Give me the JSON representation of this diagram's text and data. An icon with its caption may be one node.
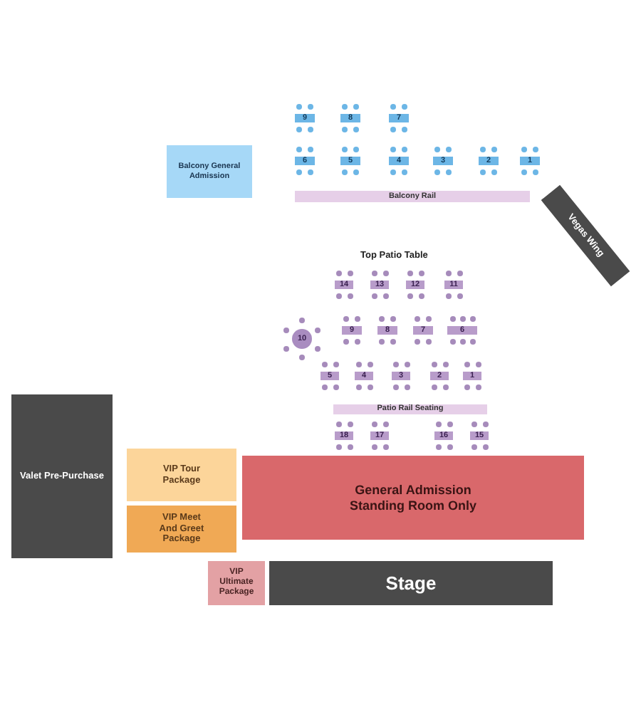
{
  "diagram": {
    "nodes": [
      {
        "text": [
          "9"
        ]
      },
      {
        "text": [
          "8"
        ]
      },
      {
        "text": [
          "7"
        ]
      },
      {
        "text": [
          "Balcony General Admission"
        ]
      },
      {
        "text": [
          "6"
        ]
      },
      {
        "text": [
          "5"
        ]
      },
      {
        "text": [
          "4"
        ]
      },
      {
        "text": [
          "3"
        ]
      },
      {
        "text": [
          "2"
        ]
      },
      {
        "text": [
          "1"
        ]
      },
      {
        "text": [
          "Balcony Rail"
        ]
      },
      {
        "text": [
          "Vegas Wing"
        ]
      },
      {
        "text": [
          "14"
        ]
      },
      {
        "text": [
          "13"
        ]
      },
      {
        "text": [
          "12"
        ]
      },
      {
        "text": [
          "11"
        ]
      },
      {
        "text": [
          "10"
        ]
      },
      {
        "text": [
          "9"
        ]
      },
      {
        "text": [
          "8"
        ]
      },
      {
        "text": [
          "7"
        ]
      },
      {
        "text": [
          "6"
        ]
      },
      {
        "text": [
          "5"
        ]
      },
      {
        "text": [
          "4"
        ]
      },
      {
        "text": [
          "3"
        ]
      },
      {
        "text": [
          "2"
        ]
      },
      {
        "text": [
          "1"
        ]
      },
      {
        "text": [
          "Patio Rail Seating"
        ]
      },
      {
        "text": [
          "18"
        ]
      },
      {
        "text": [
          "17"
        ]
      },
      {
        "text": [
          "16"
        ]
      },
      {
        "text": [
          "15"
        ]
      },
      {
        "text": [
          "Valet Pre-Purchase"
        ]
      },
      {
        "text": [
          "VIP Tour Package"
        ]
      },
      {
        "text": [
          "General Admission Standing Room Only"
        ]
      },
      {
        "text": [
          "VIP Meet And Greet Package"
        ]
      },
      {
        "text": [
          "VIP Ultimate Package"
        ]
      },
      {
        "text": [
          "Stage"
        ]
      }
    ],
    "labels": [
      "Top Patio Table"
    ]
  }
}
